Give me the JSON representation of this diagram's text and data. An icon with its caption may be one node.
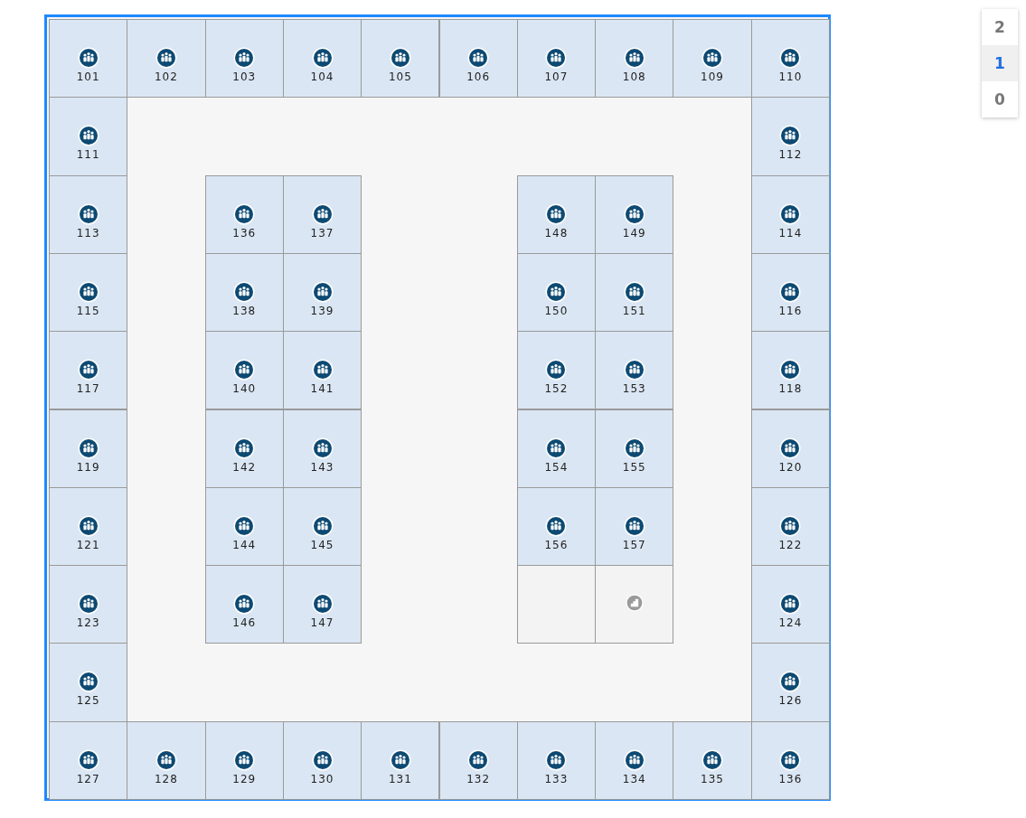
{
  "diagram": {
    "nodes": [
      {
        "text": [
          "101"
        ]
      },
      {
        "text": [
          "102"
        ]
      },
      {
        "text": [
          "103"
        ]
      },
      {
        "text": [
          "104"
        ]
      },
      {
        "text": [
          "105"
        ]
      },
      {
        "text": [
          "106"
        ]
      },
      {
        "text": [
          "107"
        ]
      },
      {
        "text": [
          "108"
        ]
      },
      {
        "text": [
          "109"
        ]
      },
      {
        "text": [
          "110"
        ]
      },
      {
        "text": [
          "111"
        ]
      },
      {
        "text": [
          "112"
        ]
      },
      {
        "text": [
          "113"
        ]
      },
      {
        "text": [
          "136"
        ]
      },
      {
        "text": [
          "137"
        ]
      },
      {
        "text": [
          "148"
        ]
      },
      {
        "text": [
          "149"
        ]
      },
      {
        "text": [
          "114"
        ]
      },
      {
        "text": [
          "115"
        ]
      },
      {
        "text": [
          "138"
        ]
      },
      {
        "text": [
          "139"
        ]
      },
      {
        "text": [
          "150"
        ]
      },
      {
        "text": [
          "151"
        ]
      },
      {
        "text": [
          "116"
        ]
      },
      {
        "text": [
          "117"
        ]
      },
      {
        "text": [
          "140"
        ]
      },
      {
        "text": [
          "141"
        ]
      },
      {
        "text": [
          "152"
        ]
      },
      {
        "text": [
          "153"
        ]
      },
      {
        "text": [
          "118"
        ]
      },
      {
        "text": [
          "119"
        ]
      },
      {
        "text": [
          "142"
        ]
      },
      {
        "text": [
          "143"
        ]
      },
      {
        "text": [
          "154"
        ]
      },
      {
        "text": [
          "155"
        ]
      },
      {
        "text": [
          "120"
        ]
      },
      {
        "text": [
          "121"
        ]
      },
      {
        "text": [
          "144"
        ]
      },
      {
        "text": [
          "145"
        ]
      },
      {
        "text": [
          "156"
        ]
      },
      {
        "text": [
          "157"
        ]
      },
      {
        "text": [
          "122"
        ]
      },
      {
        "text": [
          "123"
        ]
      },
      {
        "text": [
          "146"
        ]
      },
      {
        "text": [
          "147"
        ]
      },
      {
        "text": [],
        "shape": "box"
      },
      {
        "text": [],
        "shape": "box"
      },
      {
        "text": [
          "124"
        ]
      },
      {
        "text": [
          "125"
        ]
      },
      {
        "text": [
          "126"
        ]
      },
      {
        "text": [
          "127"
        ]
      },
      {
        "text": [
          "128"
        ]
      },
      {
        "text": [
          "129"
        ]
      },
      {
        "text": [
          "130"
        ]
      },
      {
        "text": [
          "131"
        ]
      },
      {
        "text": [
          "132"
        ]
      },
      {
        "text": [
          "133"
        ]
      },
      {
        "text": [
          "134"
        ]
      },
      {
        "text": [
          "135"
        ]
      },
      {
        "text": [
          "136"
        ]
      }
    ],
    "edges": [],
    "labels": [
      "2",
      "1",
      "0"
    ]
  }
}
